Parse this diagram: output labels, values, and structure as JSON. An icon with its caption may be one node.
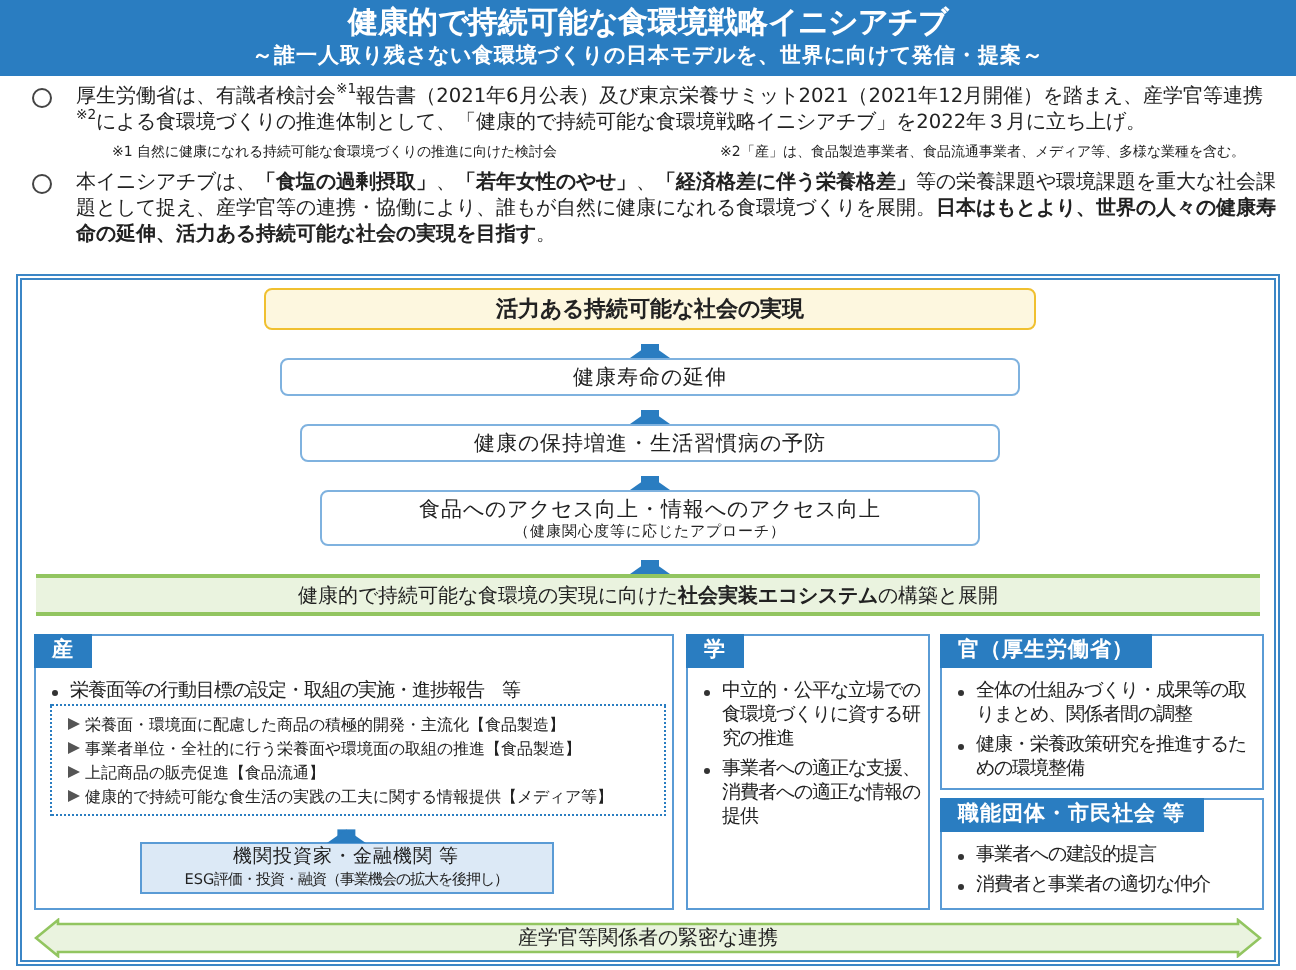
{
  "diagram": {
    "title": "健康的で持続可能な食環境戦略イニシアチブ",
    "nodes": [
      {
        "text": [
          "活力ある持続可能な社会の実現"
        ]
      },
      {
        "text": [
          "健康寿命の延伸"
        ]
      },
      {
        "text": [
          "健康の保持増進・生活習慣病の予防"
        ]
      },
      {
        "text": [
          "食品へのアクセス向上・情報へのアクセス向上",
          "（健康関心度等に応じたアプローチ）"
        ]
      },
      {
        "text": [
          "健康的で持続可能な食環境の実現に向けた**社会実装エコシステム**の構築と展開"
        ]
      },
      {
        "text": [
          "産",
          "栄養面等の行動目標の設定・取組の実施・進捗報告　等"
        ]
      },
      {
        "text": [
          "栄養面・環境面に配慮した商品の積極的開発・主流化【食品製造】",
          "事業者単位・全社的に行う栄養面や環境面の取組の推進【食品製造】",
          "上記商品の販売促進【食品流通】",
          "健康的で持続可能な食生活の実践の工夫に関する情報提供【メディア等】"
        ],
        "in": 5
      },
      {
        "text": [
          "機関投資家・金融機関 等",
          "ESG評価・投資・融資（事業機会の拡大を後押し）"
        ],
        "in": 5
      },
      {
        "text": [
          "学",
          "中立的・公平な立場での食環境づくりに資する研究の推進",
          "事業者への適正な支援、消費者への適正な情報の提供"
        ]
      },
      {
        "text": [
          "官（厚生労働省）",
          "全体の仕組みづくり・成果等の取りまとめ、関係者間の調整",
          "健康・栄養政策研究を推進するための環境整備"
        ]
      },
      {
        "text": [
          "職能団体・市民社会 等",
          "事業者への建設的提言",
          "消費者と事業者の適切な仲介"
        ]
      },
      {
        "text": [
          "産学官等関係者の緊密な連携"
        ]
      }
    ],
    "edges": [
      {
        "from": 1,
        "to": 0,
        "arrow": "to"
      },
      {
        "from": 2,
        "to": 1,
        "arrow": "to"
      },
      {
        "from": 3,
        "to": 2,
        "arrow": "to"
      },
      {
        "from": 4,
        "to": 3,
        "arrow": "to"
      },
      {
        "from": 7,
        "to": 6,
        "arrow": "to"
      }
    ],
    "labels": [
      "～誰一人取り残さない食環境づくりの日本モデルを、世界に向けて発信・提案～",
      "厚生労働省は、有識者検討会$^{※1}$報告書（2021年6月公表）及び東京栄養サミット2021（2021年12月開催）を踏まえ、産学官等連携$^{※2}$による食環境づくりの推進体制として、「健康的で持続可能な食環境戦略イニシアチブ」を2022年３月に立ち上げ。",
      "※1 自然に健康になれる持続可能な食環境づくりの推進に向けた検討会",
      "※2「産」は、食品製造事業者、食品流通事業者、メディア等、多様な業種を含む。",
      "本イニシアチブは、**「食塩の過剰摂取」**、**「若年女性のやせ」**、**「経済格差に伴う栄養格差」**等の栄養課題や環境課題を重大な社会課題として捉え、産学官等の連携・協働により、誰もが自然に健康になれる食環境づくりを展開。**日本はもとより、世界の人々の健康寿命の延伸、活力ある持続可能な社会の実現を目指す**。"
    ]
  }
}
